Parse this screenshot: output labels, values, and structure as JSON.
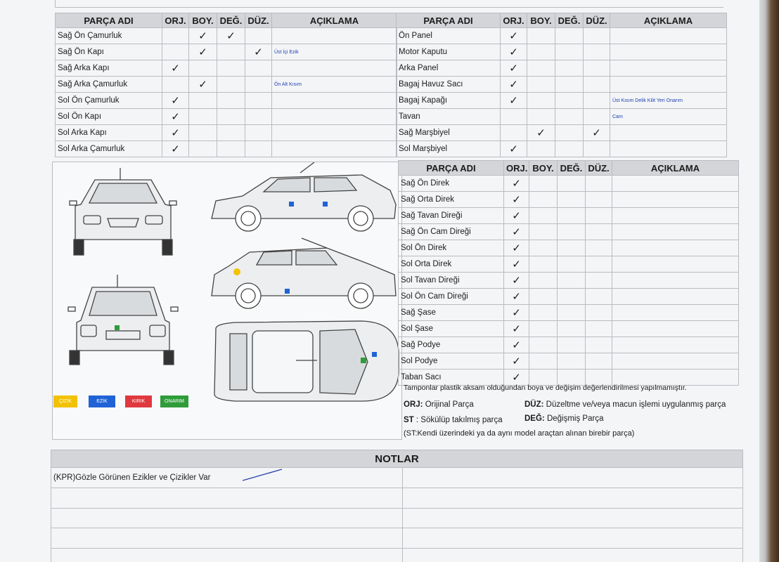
{
  "headers": {
    "part": "PARÇA ADI",
    "orj": "ORJ.",
    "boy": "BOY.",
    "deg": "DEĞ.",
    "duz": "DÜZ.",
    "desc": "AÇIKLAMA"
  },
  "check": "✓",
  "table_left": [
    {
      "name": "Sağ Ön Çamurluk",
      "orj": false,
      "boy": true,
      "deg": true,
      "duz": false,
      "desc": ""
    },
    {
      "name": "Sağ Ön Kapı",
      "orj": false,
      "boy": true,
      "deg": false,
      "duz": true,
      "desc": "Üst İçi Ezik"
    },
    {
      "name": "Sağ Arka Kapı",
      "orj": true,
      "boy": false,
      "deg": false,
      "duz": false,
      "desc": ""
    },
    {
      "name": "Sağ Arka Çamurluk",
      "orj": false,
      "boy": true,
      "deg": false,
      "duz": false,
      "desc": "Ön Alt Kısım"
    },
    {
      "name": "Sol Ön Çamurluk",
      "orj": true,
      "boy": false,
      "deg": false,
      "duz": false,
      "desc": ""
    },
    {
      "name": "Sol Ön Kapı",
      "orj": true,
      "boy": false,
      "deg": false,
      "duz": false,
      "desc": ""
    },
    {
      "name": "Sol Arka Kapı",
      "orj": true,
      "boy": false,
      "deg": false,
      "duz": false,
      "desc": ""
    },
    {
      "name": "Sol Arka Çamurluk",
      "orj": true,
      "boy": false,
      "deg": false,
      "duz": false,
      "desc": ""
    }
  ],
  "table_right": [
    {
      "name": "Ön Panel",
      "orj": true,
      "boy": false,
      "deg": false,
      "duz": false,
      "desc": ""
    },
    {
      "name": "Motor Kaputu",
      "orj": true,
      "boy": false,
      "deg": false,
      "duz": false,
      "desc": ""
    },
    {
      "name": "Arka Panel",
      "orj": true,
      "boy": false,
      "deg": false,
      "duz": false,
      "desc": ""
    },
    {
      "name": "Bagaj Havuz Sacı",
      "orj": true,
      "boy": false,
      "deg": false,
      "duz": false,
      "desc": ""
    },
    {
      "name": "Bagaj Kapağı",
      "orj": true,
      "boy": false,
      "deg": false,
      "duz": false,
      "desc": "Üst Kısım Delik Kilit Yeri Onarım"
    },
    {
      "name": "Tavan",
      "orj": false,
      "boy": false,
      "deg": false,
      "duz": false,
      "desc": "Cam"
    },
    {
      "name": "Sağ Marşbiyel",
      "orj": false,
      "boy": true,
      "deg": false,
      "duz": true,
      "desc": ""
    },
    {
      "name": "Sol Marşbiyel",
      "orj": true,
      "boy": false,
      "deg": false,
      "duz": false,
      "desc": ""
    }
  ],
  "table_frame": [
    {
      "name": "Sağ Ön Direk",
      "orj": true
    },
    {
      "name": "Sağ Orta Direk",
      "orj": true
    },
    {
      "name": "Sağ Tavan Direği",
      "orj": true
    },
    {
      "name": "Sağ Ön Cam Direği",
      "orj": true
    },
    {
      "name": "Sol Ön Direk",
      "orj": true
    },
    {
      "name": "Sol Orta Direk",
      "orj": true
    },
    {
      "name": "Sol Tavan Direği",
      "orj": true
    },
    {
      "name": "Sol Ön Cam Direği",
      "orj": true
    },
    {
      "name": "Sağ Şase",
      "orj": true
    },
    {
      "name": "Sol Şase",
      "orj": true
    },
    {
      "name": "Sağ Podye",
      "orj": true
    },
    {
      "name": "Sol Podye",
      "orj": true
    },
    {
      "name": "Taban Sacı",
      "orj": true
    }
  ],
  "legend": [
    {
      "label": "ÇİZİK",
      "color": "#f2c200"
    },
    {
      "label": "EZİK",
      "color": "#1f63d6"
    },
    {
      "label": "KIRIK",
      "color": "#e0383f"
    },
    {
      "label": "ONARIM",
      "color": "#2f9c3a"
    }
  ],
  "footnotes": {
    "bumpers": "Tamponlar plastik aksam olduğundan boya ve değişim değerlendirilmesi yapılmamıştır.",
    "orj_key": "ORJ:",
    "orj_text": "Orijinal Parça",
    "duz_key": "DÜZ:",
    "duz_text": "Düzeltme ve/veya macun işlemi uygulanmış parça",
    "st_key": "ST",
    "st_text": ": Sökülüp takılmış parça",
    "deg_key": "DEĞ:",
    "deg_text": "Değişmiş Parça",
    "st_note": "(ST:Kendi üzerindeki ya da aynı model araçtan alınan birebir parça)"
  },
  "notes": {
    "title": "NOTLAR",
    "line1": "(KPR)Gözle Görünen Ezikler ve Çizikler Var"
  }
}
